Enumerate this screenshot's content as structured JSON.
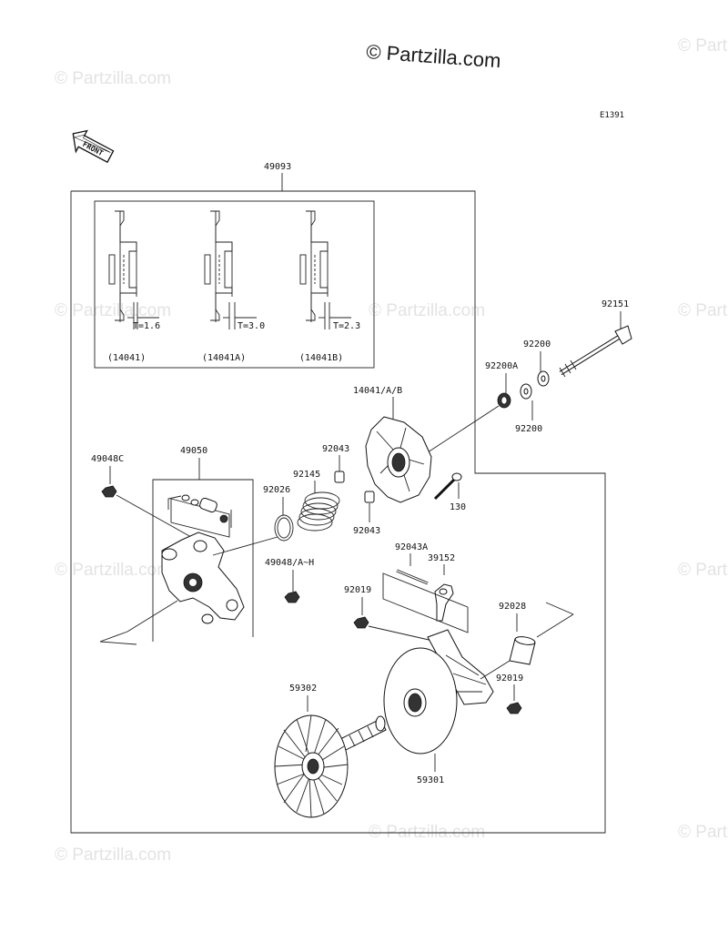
{
  "watermark": {
    "top": "© Partzilla.com",
    "tiles": [
      "© Partzilla.com",
      "© Partzilla.com",
      "© Partzilla.com",
      "© Partzilla.com",
      "© Partzilla.com",
      "© Partzilla.com",
      "© Partzilla.com",
      "© Partzilla.com",
      "© Partzilla.com",
      "© Partzilla.com"
    ]
  },
  "diagram_code": "E1391",
  "front_label": "FRONT",
  "callouts": {
    "assembly": "49093",
    "p92151": "92151",
    "p92200_top": "92200",
    "p92200a": "92200A",
    "p92200_bottom": "92200",
    "p14041": "14041/A/B",
    "p92043_top": "92043",
    "p49048c": "49048C",
    "p49050": "49050",
    "p92145": "92145",
    "p92026": "92026",
    "p130": "130",
    "p92043_bottom": "92043",
    "p49048ah": "49048/A~H",
    "p92043a": "92043A",
    "p39152": "39152",
    "p92019_left": "92019",
    "p92028": "92028",
    "p92019_right": "92019",
    "p59302": "59302",
    "p59301": "59301"
  },
  "inset": {
    "thickness": [
      "T=1.6",
      "T=3.0",
      "T=2.3"
    ],
    "part_numbers": [
      "(14041)",
      "(14041A)",
      "(14041B)"
    ]
  }
}
